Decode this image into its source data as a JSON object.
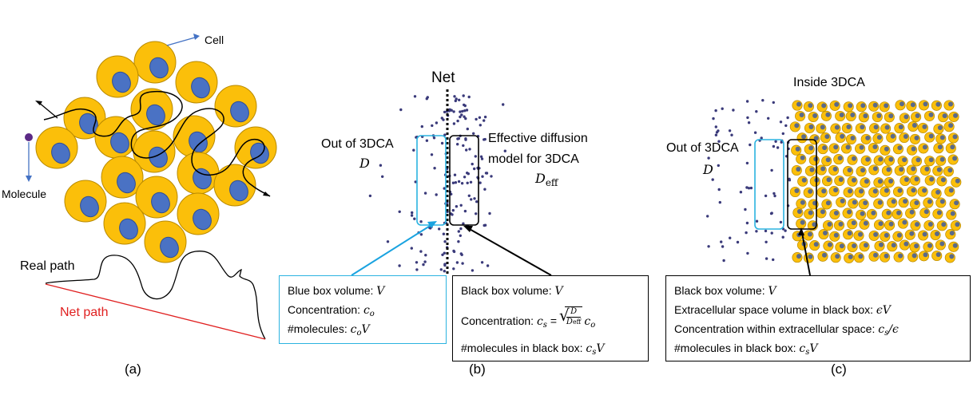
{
  "panel_a": {
    "cell_label": "Cell",
    "molecule_label": "Molecule",
    "real_path_label": "Real path",
    "net_path_label": "Net path",
    "caption": "(a)"
  },
  "panel_b": {
    "net_label": "Net",
    "outside_label": "Out of 3DCA",
    "outside_coeff": "D",
    "effective_line1": "Effective diffusion",
    "effective_line2": "model for 3DCA",
    "effective_coeff": "D",
    "effective_coeff_sub": "eff",
    "blue_box": {
      "line1_text": "Blue box volume: ",
      "line1_math": "V",
      "line2_text": "Concentration: ",
      "line2_math": "c",
      "line2_sub": "o",
      "line3_text": "#molecules: ",
      "line3_math": "c",
      "line3_sub": "o",
      "line3_math2": "V"
    },
    "black_box": {
      "line1_text": "Black box volume: ",
      "line1_math": "V",
      "line2_text": "Concentration: ",
      "line2_math": "c",
      "line2_sub": "s",
      "line2_eq": " = ",
      "frac_num": "D",
      "frac_den": "D",
      "frac_den_sub": "eff",
      "line2_tail": "c",
      "line2_tail_sub": "o",
      "line3_text": "#molecules in black box: ",
      "line3_math": "c",
      "line3_sub": "s",
      "line3_math2": "V"
    },
    "caption": "(b)"
  },
  "panel_c": {
    "inside_label": "Inside 3DCA",
    "outside_label": "Out of 3DCA",
    "outside_coeff": "D",
    "box": {
      "line1_text": "Black box volume: ",
      "line1_math": "V",
      "line2_text": "Extracellular space volume in black box: ",
      "line2_math": "ϵV",
      "line3_text": "Concentration within extracellular space: ",
      "line3_math": "c",
      "line3_sub": "s",
      "line3_tail": "/ϵ",
      "line4_text": "#molecules in black box: ",
      "line4_math": "c",
      "line4_sub": "s",
      "line4_math2": "V"
    },
    "caption": "(c)"
  },
  "colors": {
    "cell_fill": "#fbbf0a",
    "cell_stroke": "#b98a00",
    "nucleus_fill": "#4a72c4",
    "nucleus_stroke": "#2f4f96",
    "molecule_dot": "#3a3a7a",
    "blue_box": "#2bb3e0",
    "pointer_blue": "#1aa3e0",
    "arrow_blue": "#4472c4",
    "net_path": "#e02020"
  }
}
